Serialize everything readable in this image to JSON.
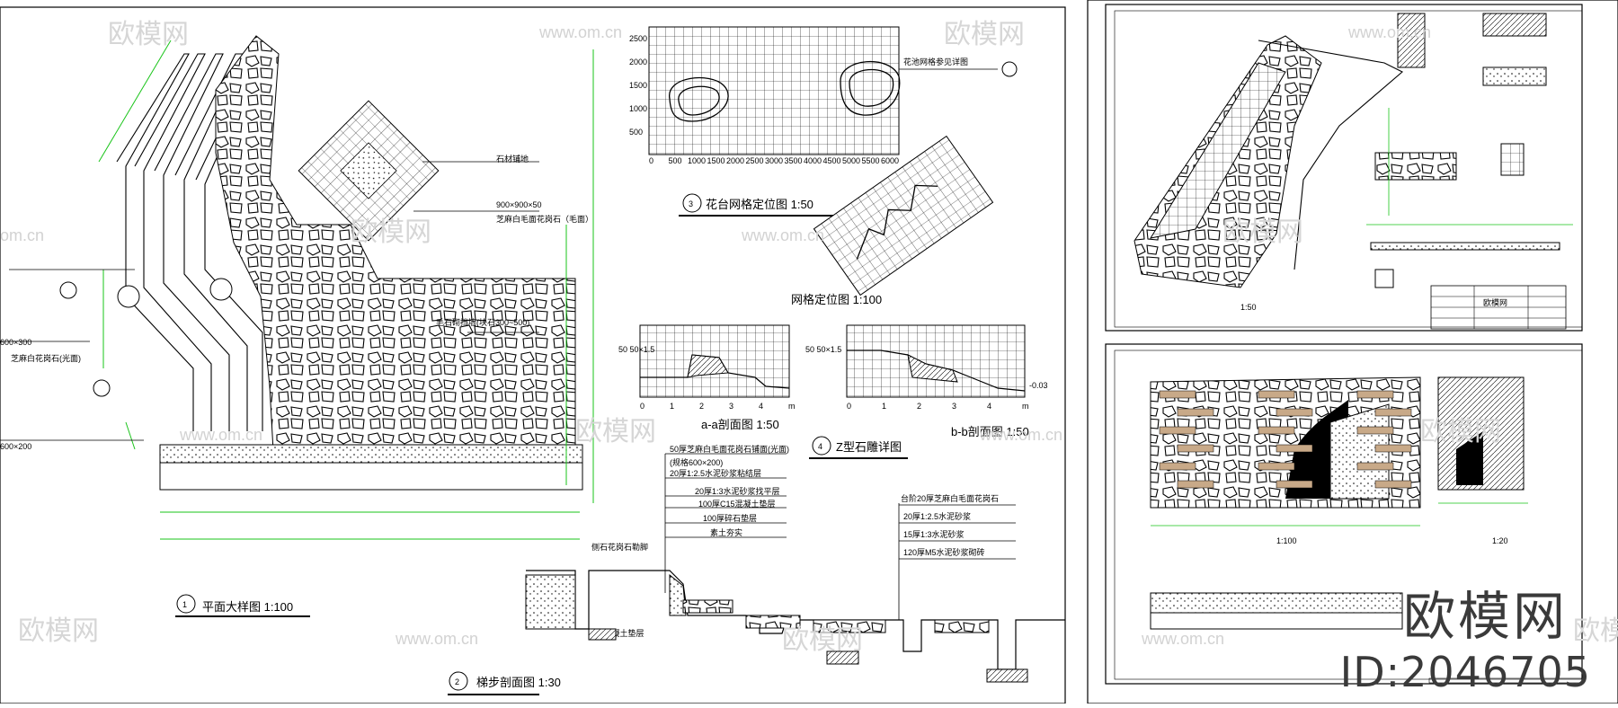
{
  "watermark": {
    "brand": "欧模网",
    "url": "www.om.cn",
    "url_short": "om.cn"
  },
  "brand_mark": {
    "name": "欧模网",
    "id": "ID:2046705"
  },
  "left_sheet": {
    "titles": {
      "plan": {
        "num": "1",
        "text": "平面大样图 1:100"
      },
      "section": {
        "num": "2",
        "text": "梯步剖面图 1:30"
      },
      "grid": {
        "num": "3",
        "text": "花台网格定位图 1:50"
      },
      "detail": {
        "num": "4",
        "text": "Z型石雕详图"
      },
      "grid_pos": {
        "text": "网格定位图 1:100"
      },
      "sec_a": {
        "text": "a-a剖面图 1:50"
      },
      "sec_b": {
        "text": "b-b剖面图 1:50"
      }
    },
    "labels": {
      "dim1": "900×900×50",
      "stone_floor": "石材铺地",
      "paving": "芝麻白毛面花岗石（毛面）",
      "rockwall": "毛石砌挡墙(块石300~500)",
      "p600": "600×300",
      "p600b": "600×200",
      "edge": "芝麻白花岗石(光面)",
      "grid_leader": "花池网格参见详图",
      "elev_a": "50 50×1.5",
      "elev_b": "50 50×1.5",
      "minus": "-0.03",
      "layer1": "50厚芝麻白毛面花岗石铺面(光面)",
      "layer2": "(规格600×200)",
      "layer3": "20厚1:2.5水泥砂浆粘结层",
      "layer4": "20厚1:3水泥砂浆找平层",
      "layer5": "100厚C15混凝土垫层",
      "layer6": "100厚碎石垫层",
      "layer7": "素土夯实",
      "layer8": "台阶20厚芝麻白毛面花岗石",
      "layer9": "20厚1:2.5水泥砂浆",
      "layer10": "15厚1:3水泥砂浆",
      "layer11": "120厚M5水泥砂浆砌砖",
      "c15": "C15混凝土垫层",
      "curb": "侧石花岗石勒脚"
    },
    "axis_ticks_x": [
      "0",
      "500",
      "1000",
      "1500",
      "2000",
      "2500",
      "3000",
      "3500",
      "4000",
      "4500",
      "5000",
      "5500",
      "6000"
    ],
    "axis_ticks_y": [
      "500",
      "1000",
      "1500",
      "2000",
      "2500"
    ],
    "small_ticks": [
      "0",
      "1",
      "2",
      "3",
      "4",
      "m"
    ]
  },
  "right_sheet": {
    "labels": {
      "t1": "欧模网",
      "t2": "1:50",
      "t3": "1:100",
      "t4": "1:20"
    }
  }
}
